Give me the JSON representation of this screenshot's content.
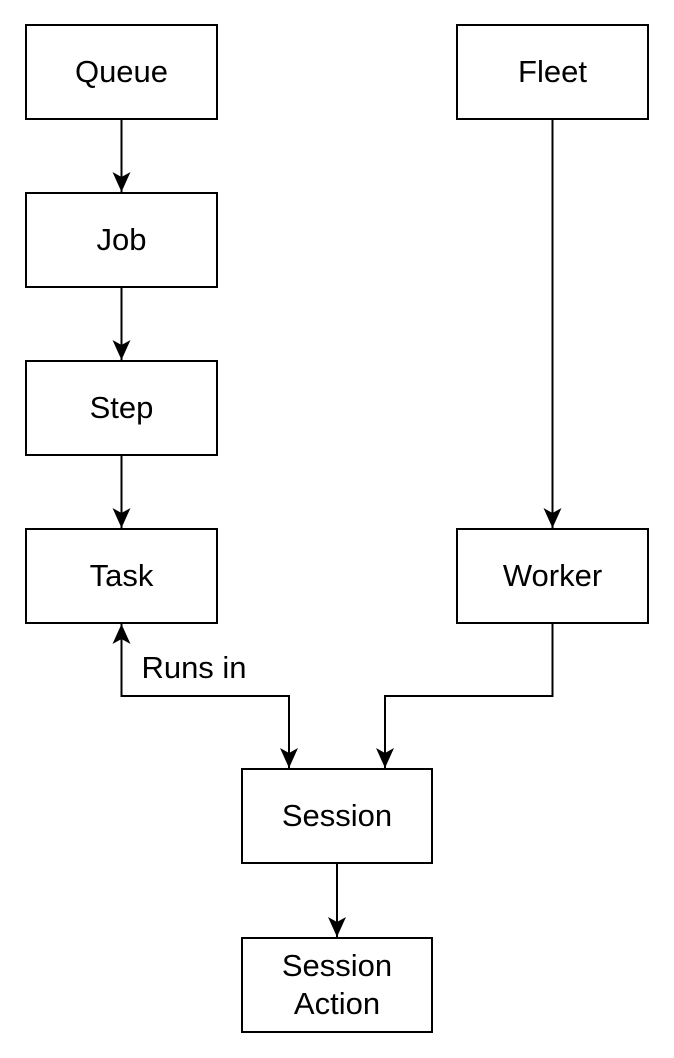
{
  "diagram": {
    "type": "flowchart",
    "nodes": {
      "queue": {
        "label": "Queue"
      },
      "job": {
        "label": "Job"
      },
      "step": {
        "label": "Step"
      },
      "task": {
        "label": "Task"
      },
      "fleet": {
        "label": "Fleet"
      },
      "worker": {
        "label": "Worker"
      },
      "session": {
        "label": "Session"
      },
      "session_action": {
        "label": "Session Action"
      }
    },
    "edges": [
      {
        "from": "Queue",
        "to": "Job",
        "arrows": "end"
      },
      {
        "from": "Job",
        "to": "Step",
        "arrows": "end"
      },
      {
        "from": "Step",
        "to": "Task",
        "arrows": "end"
      },
      {
        "from": "Fleet",
        "to": "Worker",
        "arrows": "end"
      },
      {
        "from": "Task",
        "to": "Session",
        "arrows": "both",
        "label": "Runs in"
      },
      {
        "from": "Worker",
        "to": "Session",
        "arrows": "end"
      },
      {
        "from": "Session",
        "to": "Session Action",
        "arrows": "end"
      }
    ],
    "colors": {
      "stroke": "#000000",
      "node_fill": "#ffffff",
      "text": "#000000",
      "background": "#ffffff"
    }
  }
}
